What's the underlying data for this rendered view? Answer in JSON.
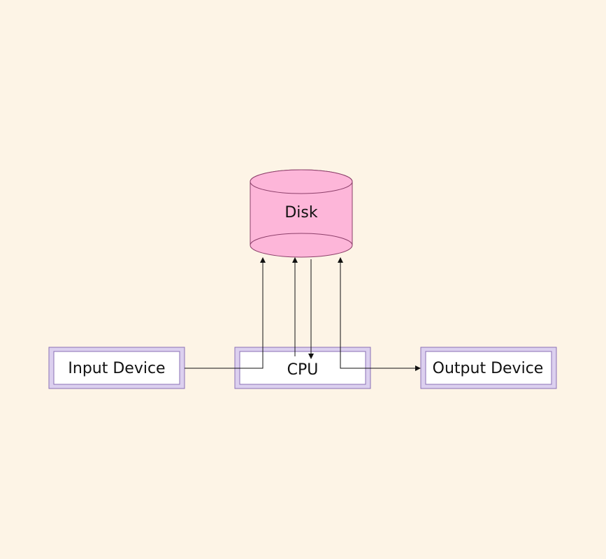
{
  "diagram": {
    "nodes": {
      "disk": {
        "label": "Disk",
        "shape": "cylinder"
      },
      "input": {
        "label": "Input Device",
        "shape": "double-box"
      },
      "cpu": {
        "label": "CPU",
        "shape": "double-box"
      },
      "output": {
        "label": "Output Device",
        "shape": "double-box"
      }
    },
    "edges": [
      {
        "from": "input",
        "to": "disk"
      },
      {
        "from": "cpu",
        "to": "disk"
      },
      {
        "from": "disk",
        "to": "cpu"
      },
      {
        "from": "cpu",
        "to": "disk"
      },
      {
        "from": "cpu",
        "to": "output"
      }
    ]
  },
  "colors": {
    "background": "#fdf4e6",
    "box_outer_fill": "#dcd0ef",
    "box_inner_fill": "#ffffff",
    "box_stroke": "#8a6fb5",
    "cylinder_fill": "#fdb6d9",
    "cylinder_stroke": "#8c3f6a",
    "edge": "#111111"
  }
}
